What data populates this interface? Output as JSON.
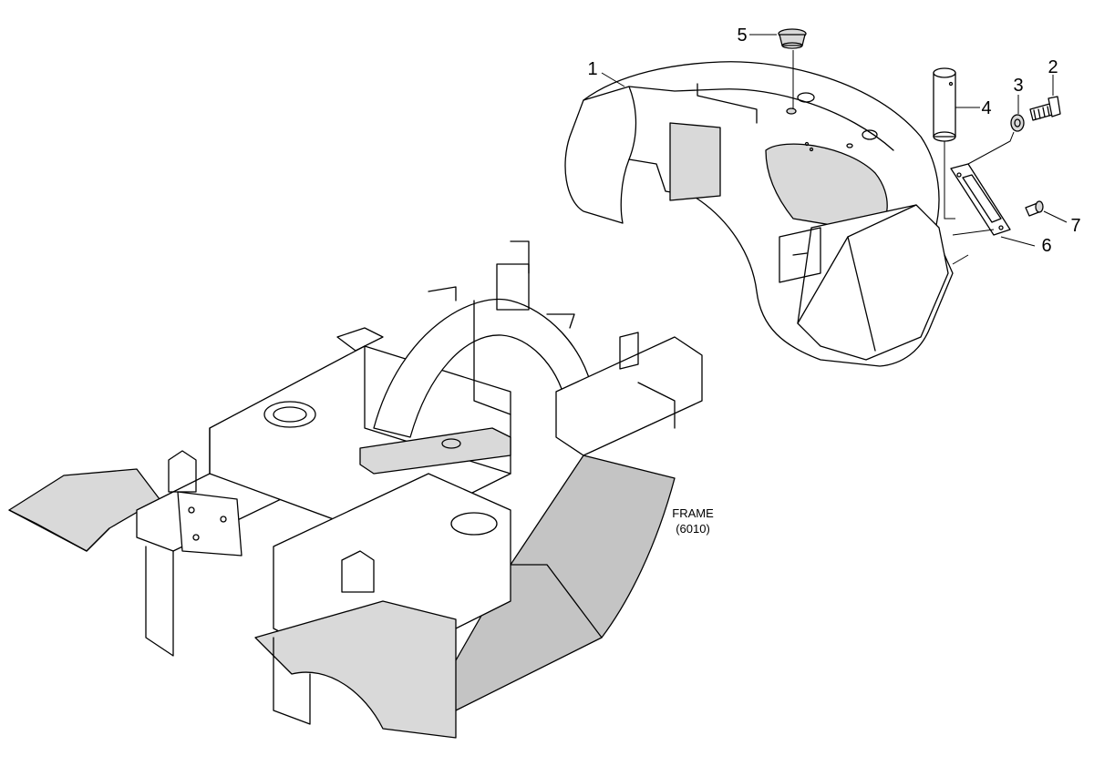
{
  "callouts": {
    "c1": "1",
    "c2": "2",
    "c3": "3",
    "c4": "4",
    "c5": "5",
    "c6": "6",
    "c7": "7"
  },
  "frame_reference": {
    "line1": "FRAME",
    "line2": "(6010)"
  }
}
